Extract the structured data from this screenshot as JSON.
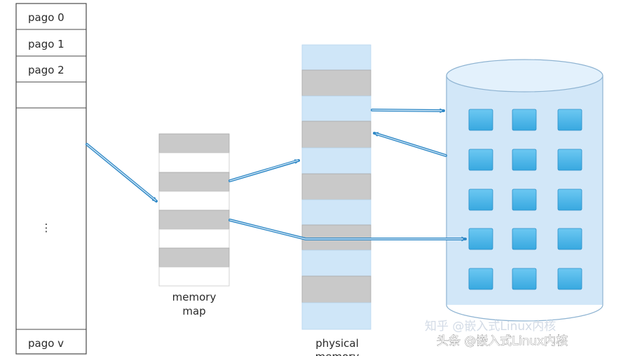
{
  "logical_memory": {
    "pages": [
      "pago 0",
      "pago 1",
      "pago 2"
    ],
    "ellipsis": "⋮",
    "last_page": "pago v"
  },
  "memory_map": {
    "label_line1": "memory",
    "label_line2": "map"
  },
  "physical_memory": {
    "label_line1": "physical",
    "label_line2": "memory"
  },
  "watermark": {
    "faint": "知乎 @嵌入式Linux内核",
    "main": "头条 @嵌入式Linux内核"
  },
  "colors": {
    "frame_light": "#cfe6f8",
    "frame_gray": "#c9c9c9",
    "disk_fill": "#d2e7f8",
    "disk_block": "#45b4ea",
    "arrow": "#3c8fc4",
    "outline": "#4a4a4a"
  }
}
